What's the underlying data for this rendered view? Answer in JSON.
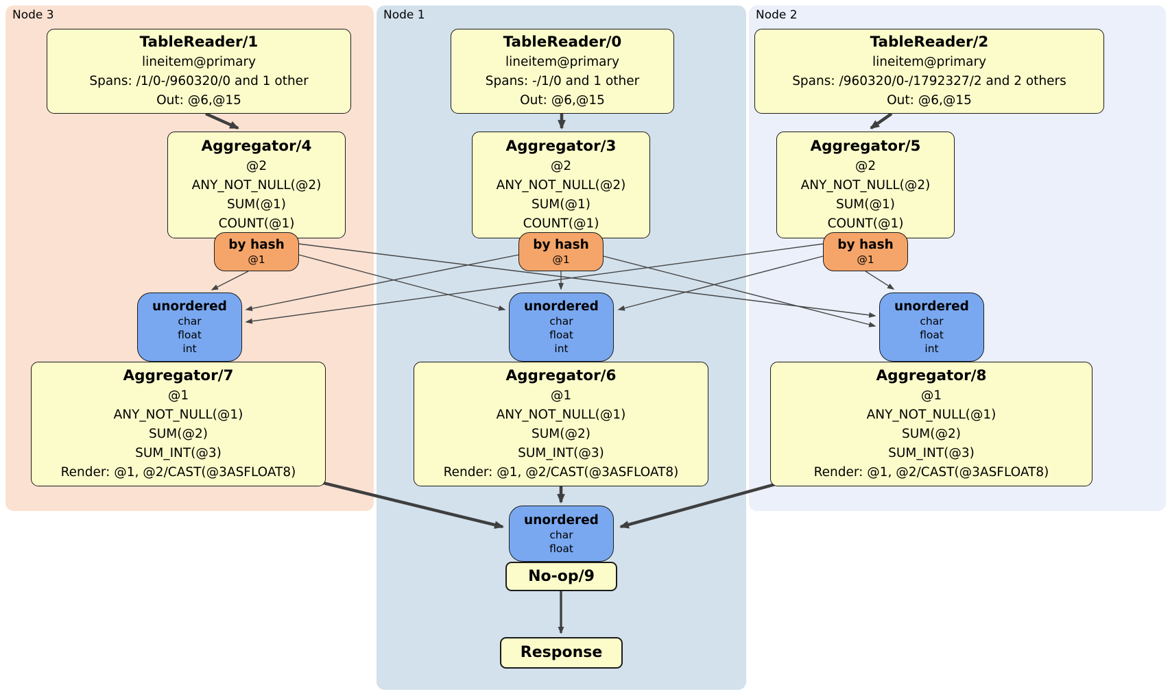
{
  "regions": {
    "node3": {
      "label": "Node 3"
    },
    "node1": {
      "label": "Node 1"
    },
    "node2": {
      "label": "Node 2"
    }
  },
  "processors": {
    "tr1": {
      "title": "TableReader/1",
      "lines": [
        "lineitem@primary",
        "Spans: /1/0-/960320/0 and 1 other",
        "Out: @6,@15"
      ]
    },
    "tr0": {
      "title": "TableReader/0",
      "lines": [
        "lineitem@primary",
        "Spans: -/1/0 and 1 other",
        "Out: @6,@15"
      ]
    },
    "tr2": {
      "title": "TableReader/2",
      "lines": [
        "lineitem@primary",
        "Spans: /960320/0-/1792327/2 and 2 others",
        "Out: @6,@15"
      ]
    },
    "agg4": {
      "title": "Aggregator/4",
      "lines": [
        "@2",
        "ANY_NOT_NULL(@2)",
        "SUM(@1)",
        "COUNT(@1)"
      ]
    },
    "agg3": {
      "title": "Aggregator/3",
      "lines": [
        "@2",
        "ANY_NOT_NULL(@2)",
        "SUM(@1)",
        "COUNT(@1)"
      ]
    },
    "agg5": {
      "title": "Aggregator/5",
      "lines": [
        "@2",
        "ANY_NOT_NULL(@2)",
        "SUM(@1)",
        "COUNT(@1)"
      ]
    },
    "agg7": {
      "title": "Aggregator/7",
      "lines": [
        "@1",
        "ANY_NOT_NULL(@1)",
        "SUM(@2)",
        "SUM_INT(@3)",
        "Render: @1, @2/CAST(@3ASFLOAT8)"
      ]
    },
    "agg6": {
      "title": "Aggregator/6",
      "lines": [
        "@1",
        "ANY_NOT_NULL(@1)",
        "SUM(@2)",
        "SUM_INT(@3)",
        "Render: @1, @2/CAST(@3ASFLOAT8)"
      ]
    },
    "agg8": {
      "title": "Aggregator/8",
      "lines": [
        "@1",
        "ANY_NOT_NULL(@1)",
        "SUM(@2)",
        "SUM_INT(@3)",
        "Render: @1, @2/CAST(@3ASFLOAT8)"
      ]
    },
    "noop": {
      "title": "No-op/9"
    },
    "response": {
      "title": "Response"
    }
  },
  "routers": {
    "hash_node3": {
      "title": "by hash",
      "detail": "@1"
    },
    "hash_node1": {
      "title": "by hash",
      "detail": "@1"
    },
    "hash_node2": {
      "title": "by hash",
      "detail": "@1"
    },
    "sync_node3": {
      "title": "unordered",
      "items": [
        "char",
        "float",
        "int"
      ]
    },
    "sync_node1": {
      "title": "unordered",
      "items": [
        "char",
        "float",
        "int"
      ]
    },
    "sync_node2": {
      "title": "unordered",
      "items": [
        "char",
        "float",
        "int"
      ]
    },
    "sync_final": {
      "title": "unordered",
      "items": [
        "char",
        "float"
      ]
    }
  },
  "colors": {
    "node3_background": "#fbe1d2",
    "node1_background": "#d3e1ec",
    "node2_background": "#ebf0fa",
    "processor_box": "#fcfccb",
    "hash_router": "#f5a569",
    "sync_router": "#79a8f0",
    "edge": "#3f3f3f"
  }
}
